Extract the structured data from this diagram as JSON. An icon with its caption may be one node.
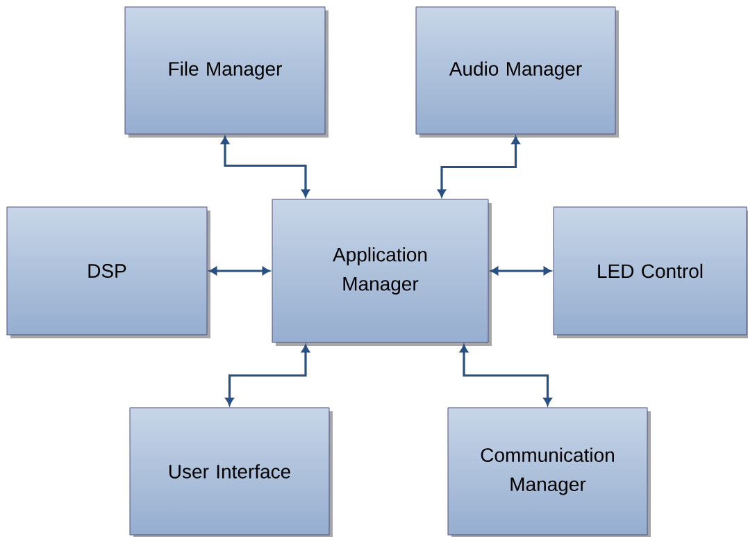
{
  "diagram": {
    "nodes": [
      {
        "text": [
          "File Manager"
        ]
      },
      {
        "text": [
          "Audio Manager"
        ]
      },
      {
        "text": [
          "DSP"
        ]
      },
      {
        "text": [
          "Application Manager"
        ]
      },
      {
        "text": [
          "LED Control"
        ]
      },
      {
        "text": [
          "User Interface"
        ]
      },
      {
        "text": [
          "Communication Manager"
        ]
      }
    ],
    "edges": [
      {
        "from": 0,
        "to": 3,
        "arrow": "both"
      },
      {
        "from": 1,
        "to": 3,
        "arrow": "both"
      },
      {
        "from": 2,
        "to": 3,
        "arrow": "both"
      },
      {
        "from": 3,
        "to": 4,
        "arrow": "both"
      },
      {
        "from": 3,
        "to": 5,
        "arrow": "both"
      },
      {
        "from": 3,
        "to": 6,
        "arrow": "both"
      }
    ]
  }
}
